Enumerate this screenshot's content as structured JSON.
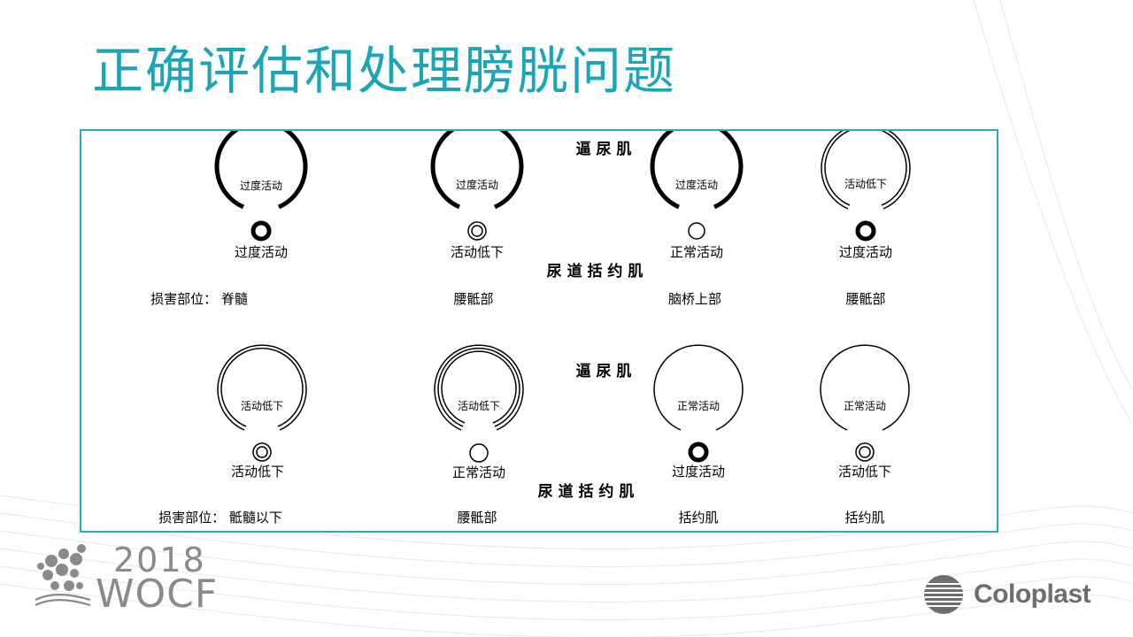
{
  "title": "正确评估和处理膀胱问题",
  "diagram": {
    "rows": [
      {
        "top_label": "逼 尿 肌",
        "bottom_label": "尿 道 括 约 肌",
        "items": [
          {
            "detrusor": "过度活动",
            "sphincter": "过度活动",
            "location": "损害部位： 脊髓"
          },
          {
            "detrusor": "过度活动",
            "sphincter": "活动低下",
            "location": "腰骶部"
          },
          {
            "detrusor": "过度活动",
            "sphincter": "正常活动",
            "location": "脑桥上部"
          },
          {
            "detrusor": "活动低下",
            "sphincter": "过度活动",
            "location": "腰骶部"
          }
        ]
      },
      {
        "top_label": "逼 尿 肌",
        "bottom_label": "尿 道 括 约 肌",
        "items": [
          {
            "detrusor": "活动低下",
            "sphincter": "活动低下",
            "location": "损害部位： 骶髓以下"
          },
          {
            "detrusor": "活动低下",
            "sphincter": "正常活动",
            "location": "腰骶部"
          },
          {
            "detrusor": "正常活动",
            "sphincter": "过度活动",
            "location": "括约肌"
          },
          {
            "detrusor": "正常活动",
            "sphincter": "活动低下",
            "location": "括约肌"
          }
        ]
      }
    ]
  },
  "footer": {
    "event_year": "2018",
    "event_name": "WOCF",
    "brand": "Coloplast"
  }
}
